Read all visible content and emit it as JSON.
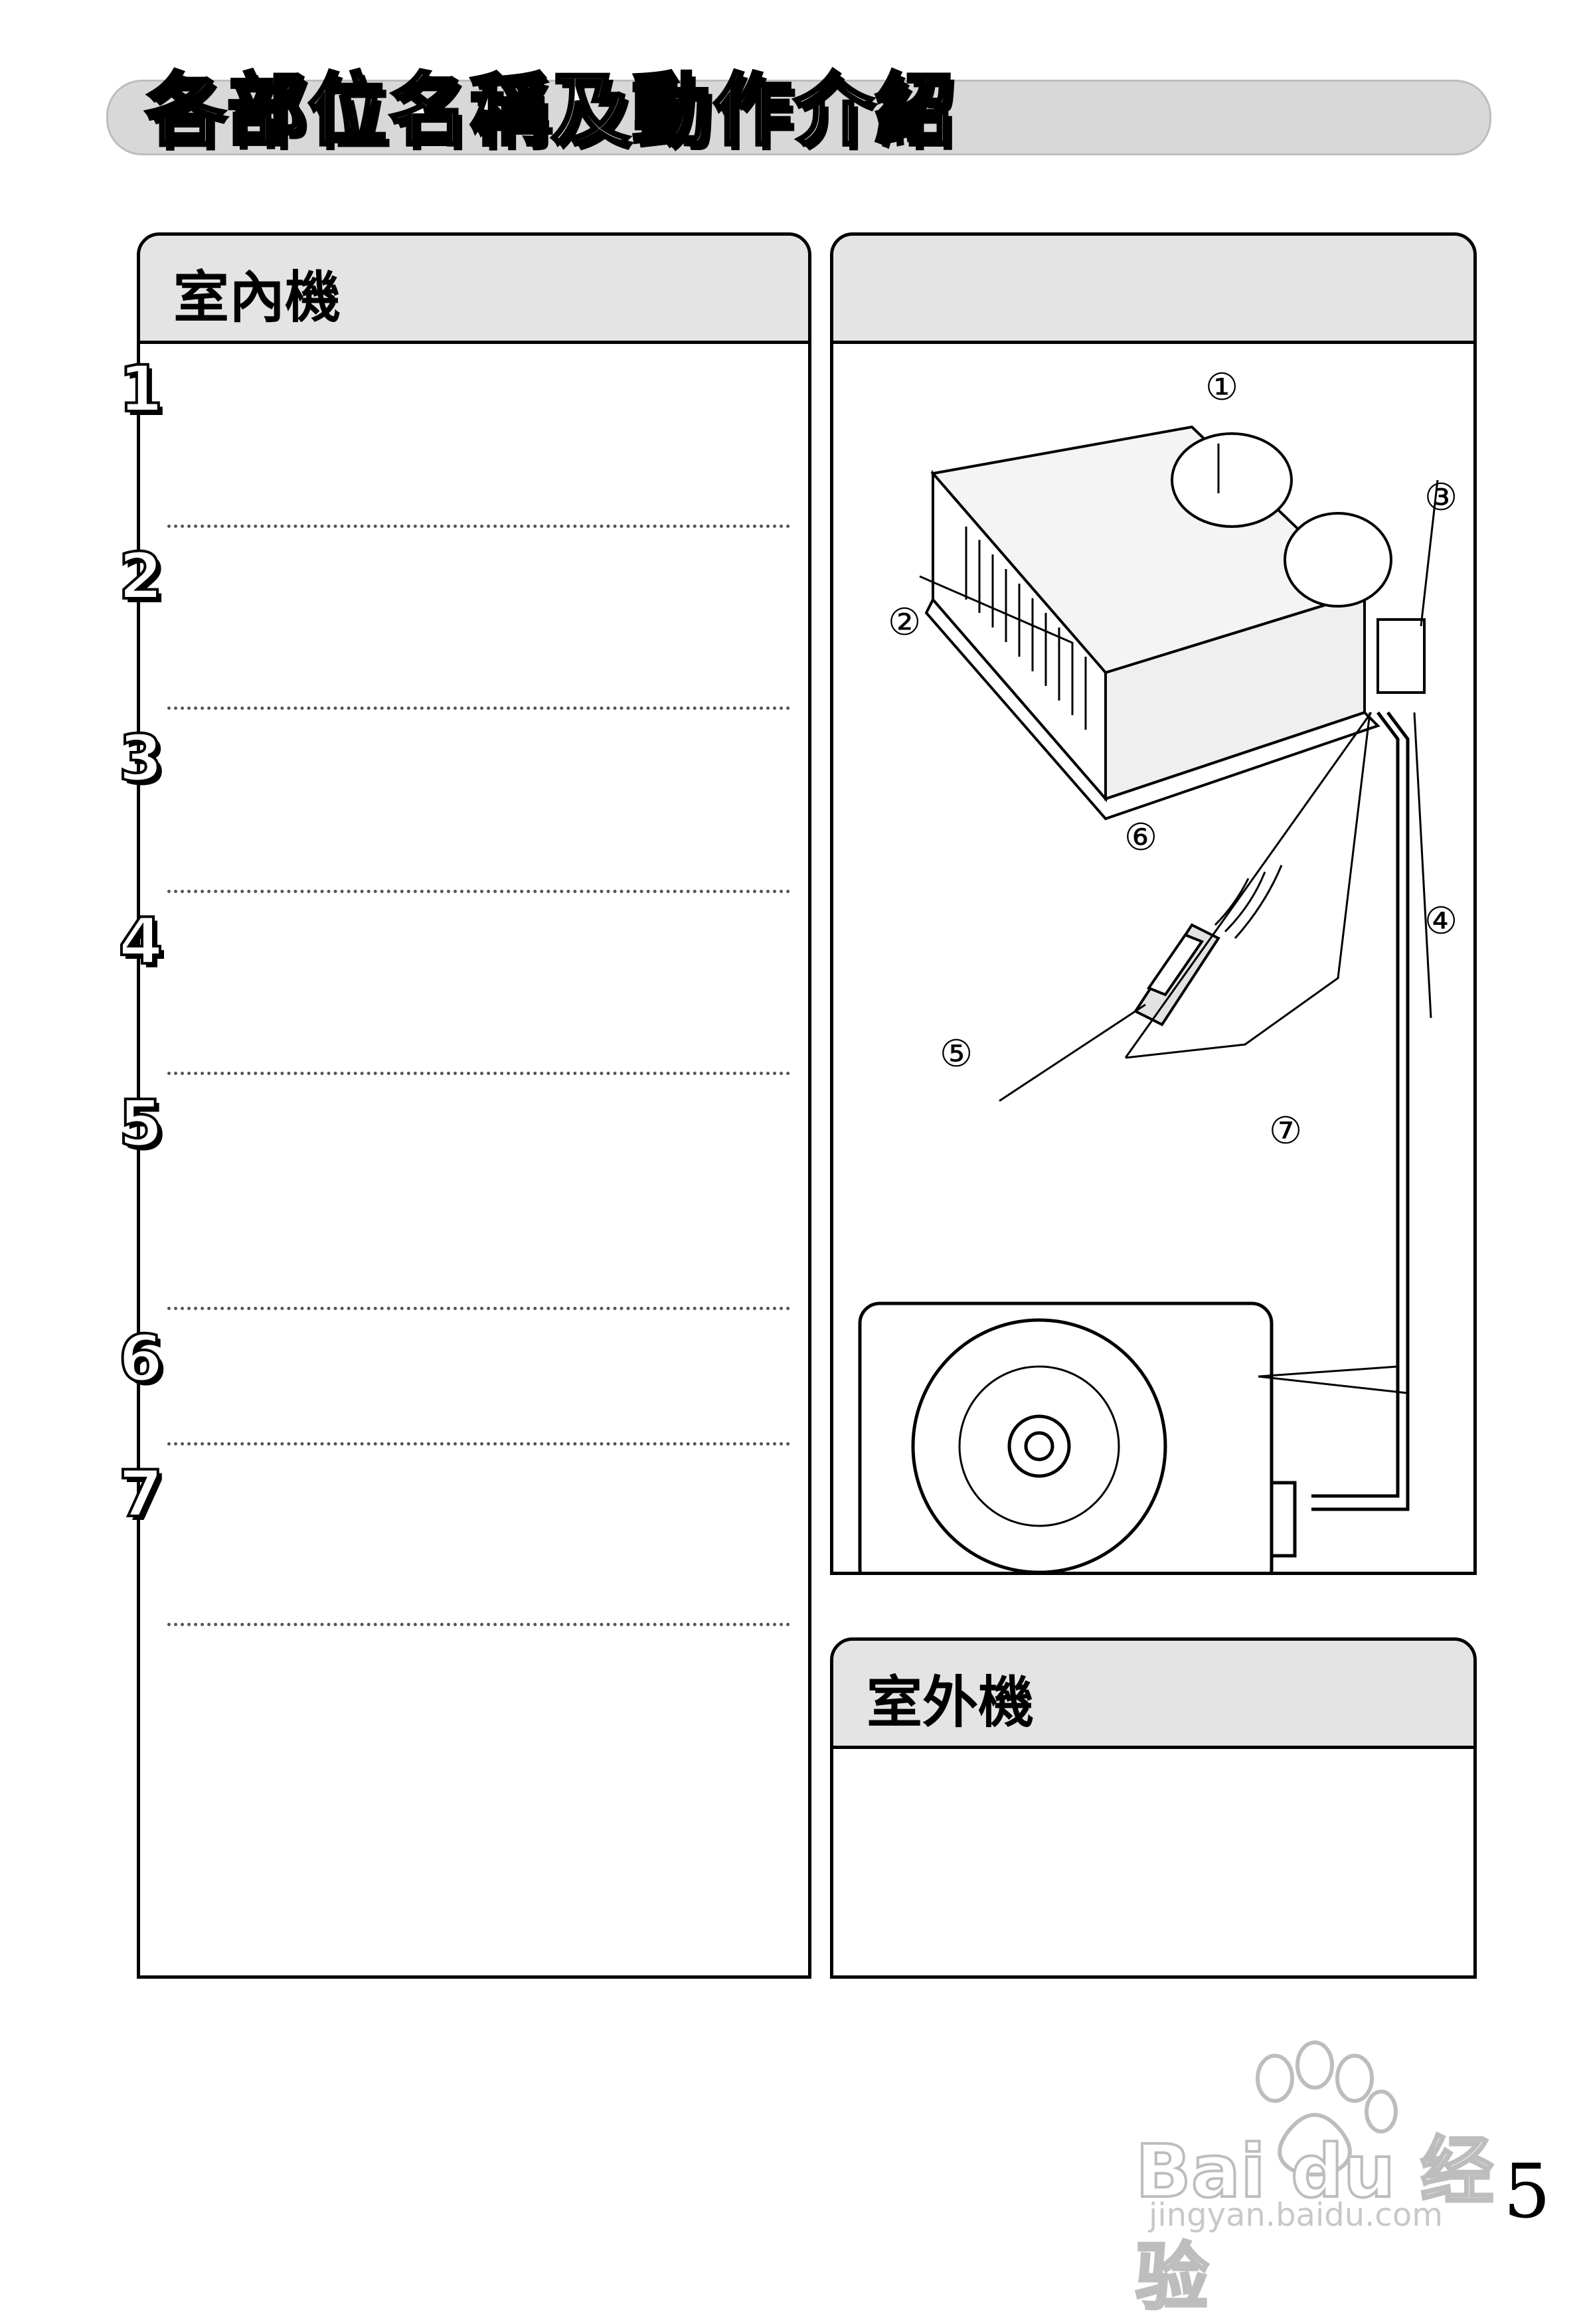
{
  "page": {
    "title": "各部位名稱及動作介紹",
    "page_number": "5"
  },
  "indoor": {
    "header": "室內機",
    "items": [
      "1",
      "2",
      "3",
      "4",
      "5",
      "6",
      "7"
    ]
  },
  "diagram": {
    "labels": [
      "①",
      "②",
      "③",
      "④",
      "⑤",
      "⑥",
      "⑦"
    ]
  },
  "outdoor": {
    "header": "室外機"
  },
  "watermark": {
    "brand": "Bai du 经验",
    "url": "jingyan.baidu.com"
  }
}
